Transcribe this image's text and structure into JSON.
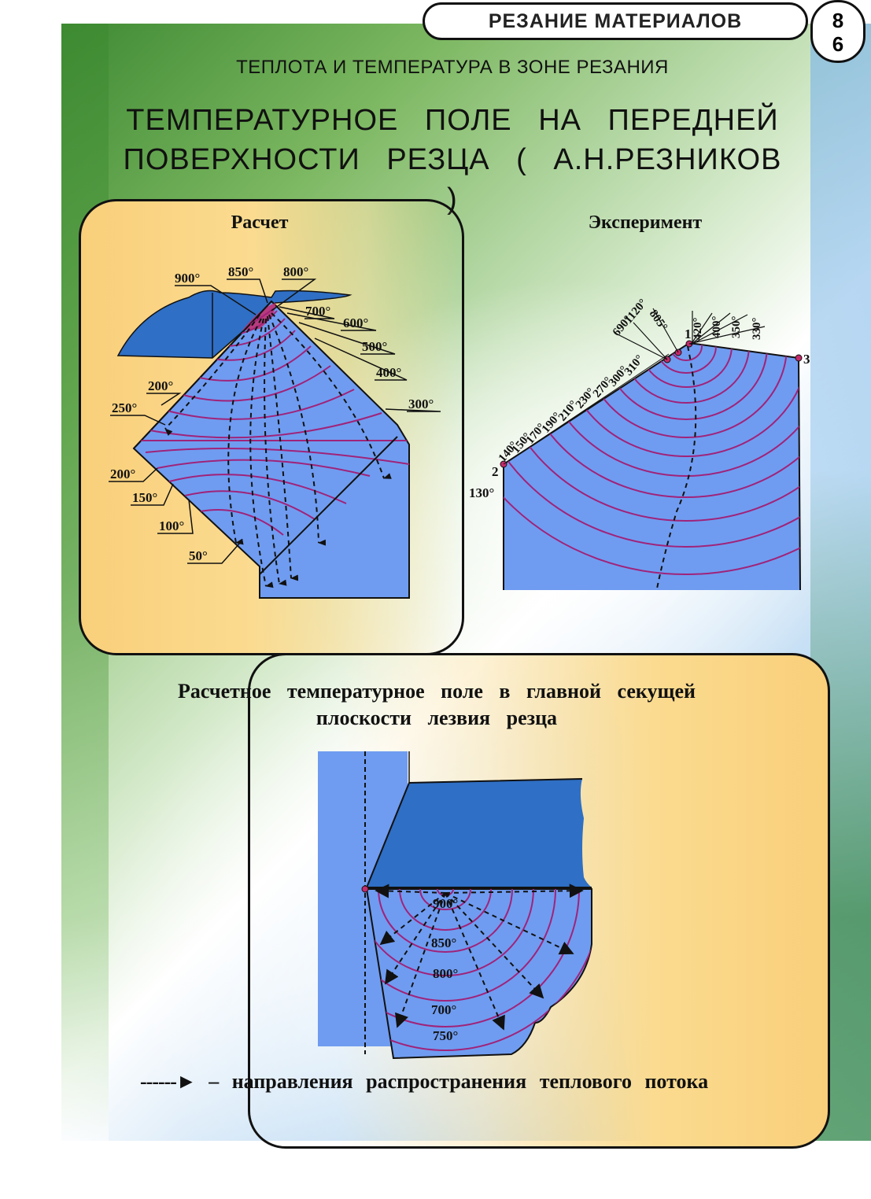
{
  "header": {
    "section": "РЕЗАНИЕ   МАТЕРИАЛОВ",
    "page_top": "8",
    "page_bottom": "6"
  },
  "topic": "ТЕПЛОТА И ТЕМПЕРАТУРА В ЗОНЕ РЕЗАНИЯ",
  "title": {
    "line1": "ТЕМПЕРАТУРНОЕ ПОЛЕ НА ПЕРЕДНЕЙ",
    "line2": "ПОВЕРХНОСТИ РЕЗЦА ( А.Н.РЕЗНИКОВ )"
  },
  "calc": {
    "heading": "Расчет",
    "labels": [
      "900°",
      "850°",
      "800°",
      "700°",
      "600°",
      "500°",
      "400°",
      "300°",
      "200°",
      "250°",
      "200°",
      "150°",
      "100°",
      "50°"
    ]
  },
  "experiment": {
    "heading": "Эксперимент",
    "points": [
      "1",
      "2",
      "3"
    ],
    "top_labels": [
      "805°",
      "1120°",
      "690°",
      "420°",
      "400°",
      "350°",
      "330°"
    ],
    "edge_labels": [
      "310°",
      "300°",
      "270°",
      "230°",
      "210°",
      "190°",
      "170°",
      "150°",
      "140°",
      "130°"
    ]
  },
  "section": {
    "caption_line1": "Расчетное температурное поле в главной секущей",
    "caption_line2": "плоскости лезвия резца",
    "labels": [
      "900°",
      "850°",
      "800°",
      "700°",
      "750°"
    ]
  },
  "legend": {
    "dashes": "------►",
    "text": "– направления распространения теплового потока"
  },
  "colors": {
    "tool_blue": "#6f9cf0",
    "chip_blue": "#2f6fc5",
    "isotherm": "#a0237a",
    "panel": "#f9cf7a"
  }
}
